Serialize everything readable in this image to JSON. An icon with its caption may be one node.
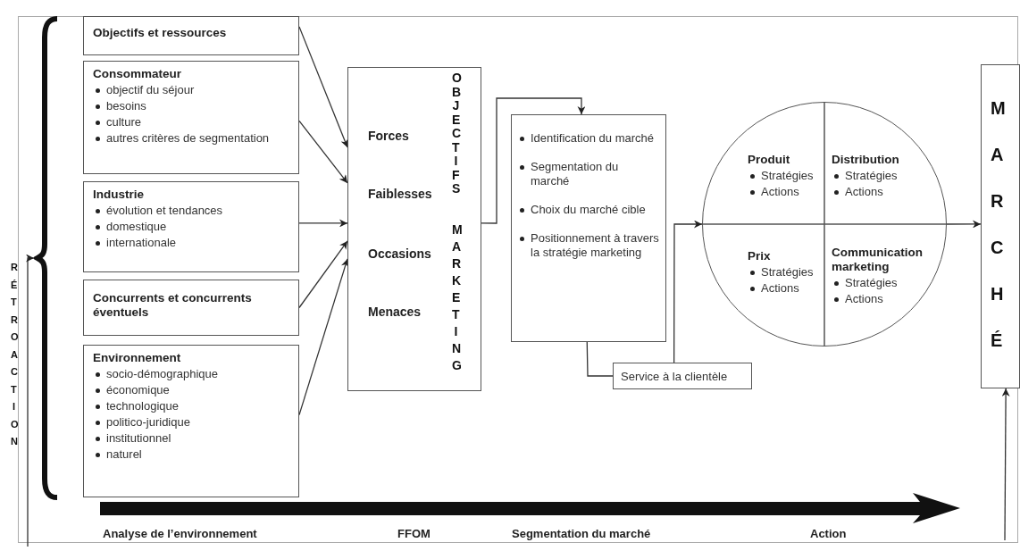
{
  "diagram": {
    "nodes": [
      {
        "text": [
          "Objectifs et ressources"
        ]
      },
      {
        "text": [
          "Consommateur",
          "objectif du séjour",
          "besoins",
          "culture",
          "autres critères de segmentation"
        ]
      },
      {
        "text": [
          "Industrie",
          "évolution et tendances",
          "domestique",
          "internationale"
        ]
      },
      {
        "text": [
          "Concurrents et concurrents éventuels"
        ]
      },
      {
        "text": [
          "Environnement",
          "socio-démographique",
          "économique",
          "technologique",
          "politico-juridique",
          "institutionnel",
          "naturel"
        ]
      },
      {
        "text": [
          "Forces",
          "Faiblesses",
          "Occasions",
          "Menaces",
          "OBJECTIFS",
          "MARKETING"
        ]
      },
      {
        "text": [
          "Identification du marché",
          "Segmentation du marché",
          "Choix du marché cible",
          "Positionnement à travers la stratégie marketing"
        ]
      },
      {
        "text": [
          "Service à la clientèle"
        ]
      },
      {
        "text": [],
        "shape": "circle"
      },
      {
        "text": [
          "Produit",
          "Stratégies",
          "Actions"
        ],
        "in": 8
      },
      {
        "text": [
          "Distribution",
          "Stratégies",
          "Actions"
        ],
        "in": 8
      },
      {
        "text": [
          "Prix",
          "Stratégies",
          "Actions"
        ],
        "in": 8
      },
      {
        "text": [
          "Communication marketing",
          "Stratégies",
          "Actions"
        ],
        "in": 8
      },
      {
        "text": [
          "MARCHÉ"
        ]
      },
      {
        "text": [],
        "shape": "brace"
      }
    ],
    "edges": [
      {
        "from": 0,
        "to": 5,
        "arrow": "to"
      },
      {
        "from": 1,
        "to": 5,
        "arrow": "to"
      },
      {
        "from": 2,
        "to": 5,
        "arrow": "to"
      },
      {
        "from": 3,
        "to": 5,
        "arrow": "to"
      },
      {
        "from": 4,
        "to": 5,
        "arrow": "to"
      },
      {
        "from": 5,
        "to": 6,
        "arrow": "to"
      },
      {
        "from": 6,
        "to": 7,
        "arrow": "none"
      },
      {
        "from": 7,
        "to": 8,
        "arrow": "to"
      },
      {
        "from": 8,
        "to": 13,
        "arrow": "to"
      },
      {
        "from": null,
        "to": 13,
        "arrow": "to"
      },
      {
        "from": null,
        "to": 14,
        "arrow": "to"
      }
    ],
    "labels": [
      "RÉTROACTION",
      "Analyse de l’environnement",
      "FFOM",
      "Segmentation du marché",
      "Action"
    ]
  }
}
